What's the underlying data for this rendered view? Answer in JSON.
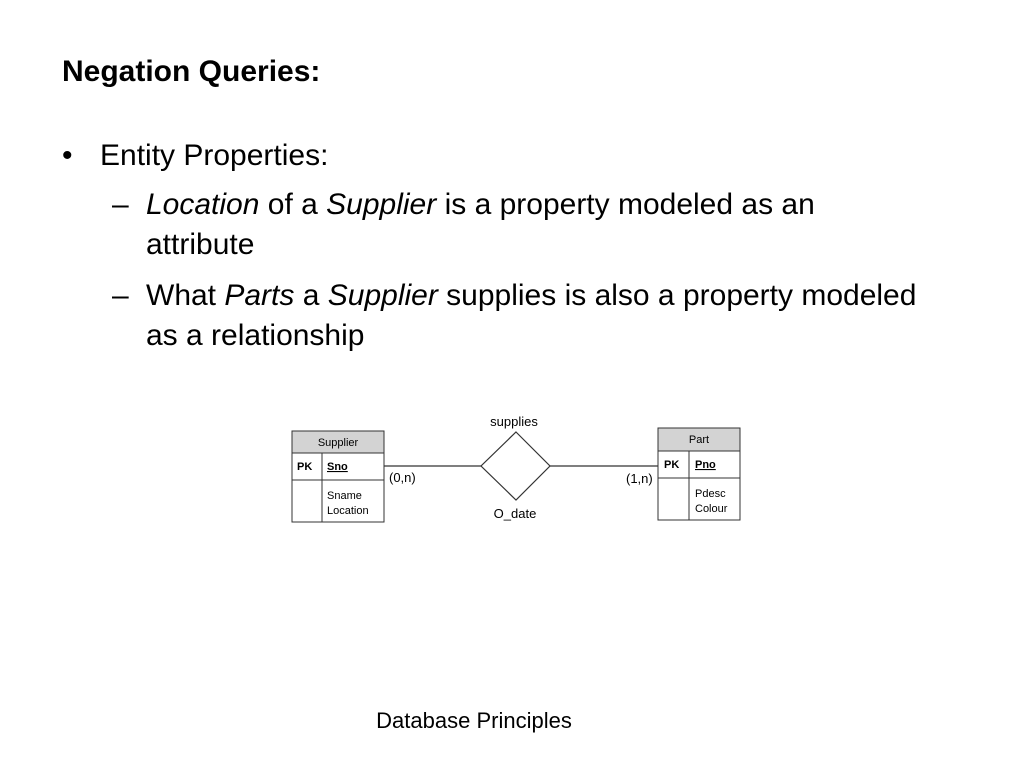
{
  "slide": {
    "title": "Negation Queries:",
    "bullets": [
      {
        "marker": "•",
        "text": "Entity Properties:",
        "subitems": [
          {
            "marker": "–",
            "segments": [
              {
                "text": "Location",
                "italic": true
              },
              {
                "text": " of a ",
                "italic": false
              },
              {
                "text": "Supplier",
                "italic": true
              },
              {
                "text": " is a property modeled as an attribute",
                "italic": false
              }
            ]
          },
          {
            "marker": "–",
            "segments": [
              {
                "text": "What ",
                "italic": false
              },
              {
                "text": "Parts",
                "italic": true
              },
              {
                "text": " a ",
                "italic": false
              },
              {
                "text": "Supplier",
                "italic": true
              },
              {
                "text": " supplies is also a property modeled as a relationship",
                "italic": false
              }
            ]
          }
        ]
      }
    ],
    "footer": "Database Principles"
  },
  "diagram": {
    "relationship": {
      "name": "supplies",
      "attribute": "O_date"
    },
    "entities": [
      {
        "name": "Supplier",
        "pk_label": "PK",
        "pk_field": "Sno",
        "attributes": [
          "Sname",
          "Location"
        ],
        "cardinality": "(0,n)"
      },
      {
        "name": "Part",
        "pk_label": "PK",
        "pk_field": "Pno",
        "attributes": [
          "Pdesc",
          "Colour"
        ],
        "cardinality": "(1,n)"
      }
    ],
    "colors": {
      "entity_header_fill": "#d3d3d3",
      "stroke": "#333333"
    }
  }
}
